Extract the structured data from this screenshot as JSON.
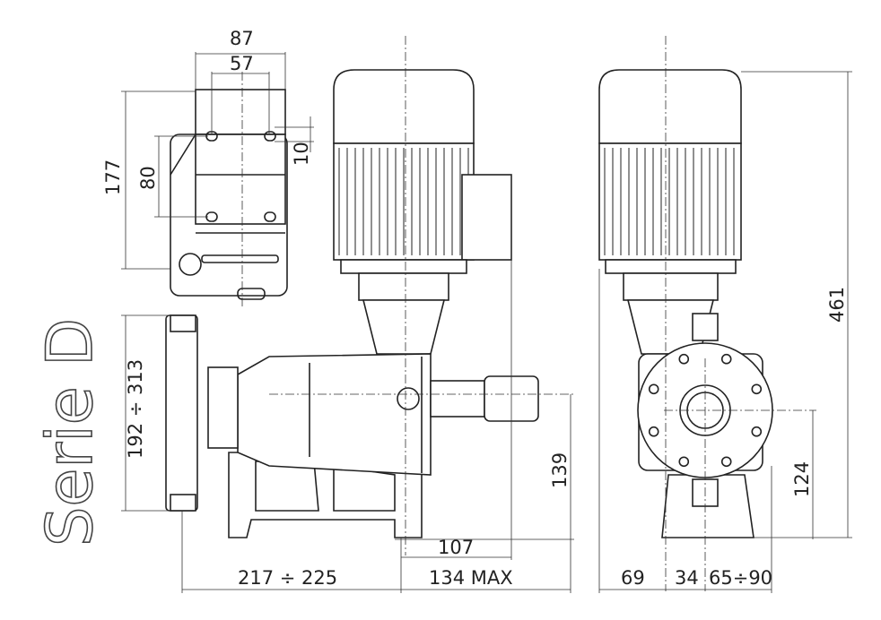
{
  "title": "Serie D",
  "dimensions": {
    "top_width": "87",
    "top_inner": "57",
    "top_height": "177",
    "top_mount": "80",
    "top_slot": "10",
    "head_height": "192 ÷ 313",
    "total_height": "461",
    "shaft_height": "139",
    "side_shaft_height": "124",
    "shaft_length": "107",
    "motor_projection": "134 MAX",
    "pump_length": "217 ÷ 225",
    "side_69": "69",
    "side_34": "34",
    "side_65_90": "65÷90"
  }
}
